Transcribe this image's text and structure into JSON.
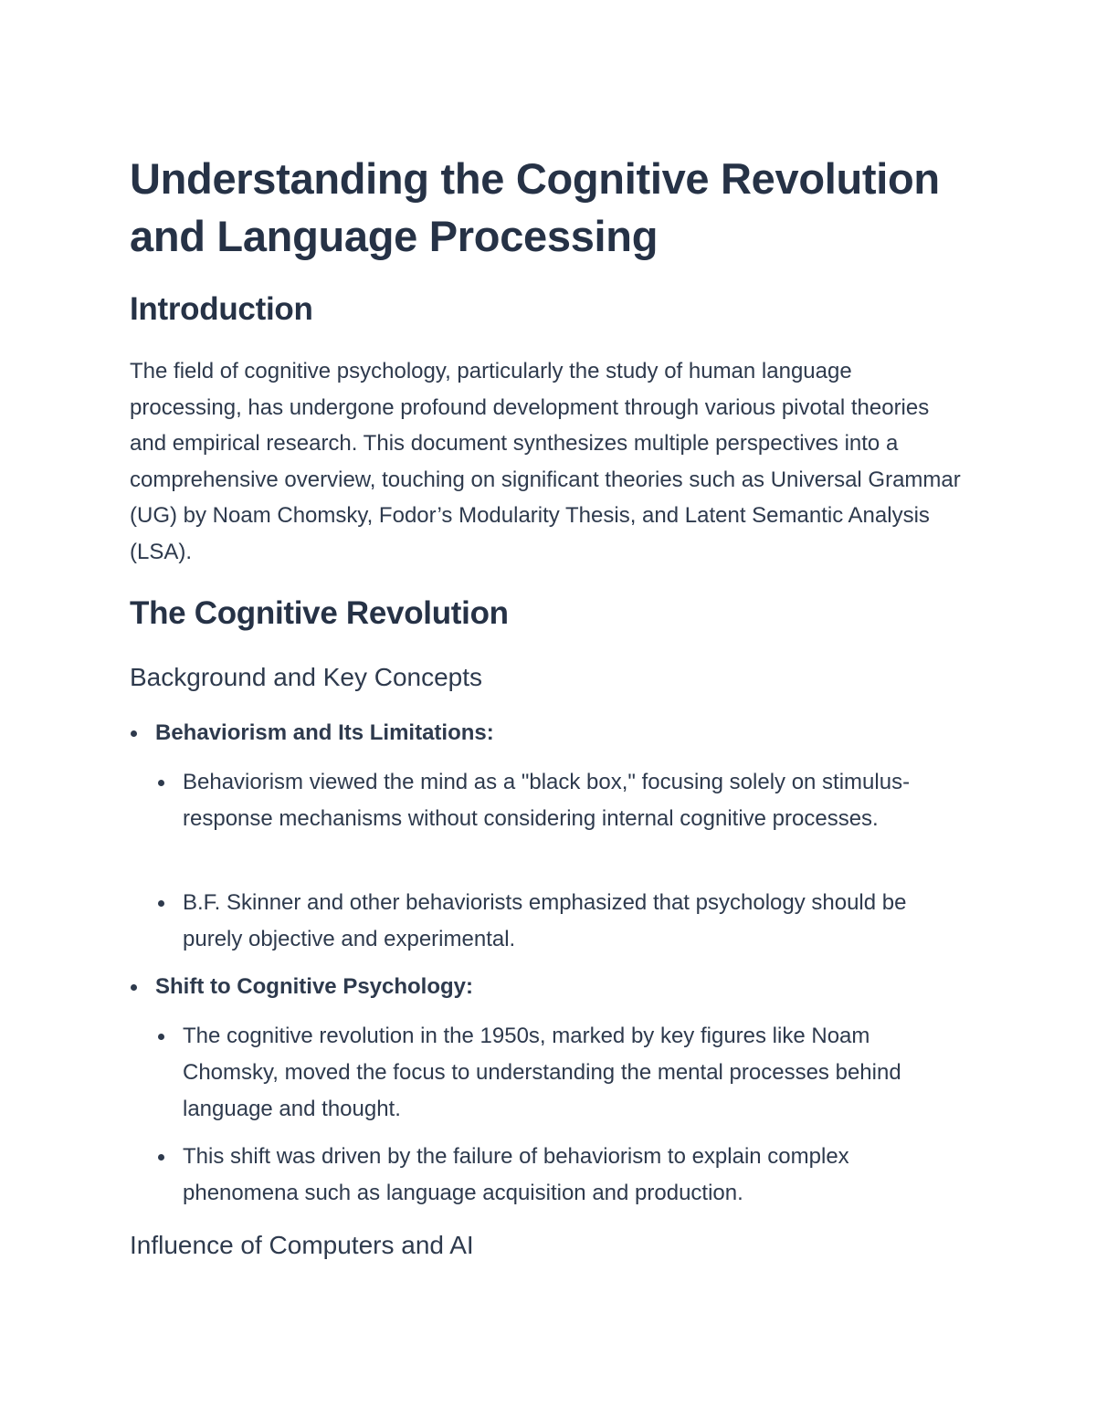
{
  "document": {
    "title": "Understanding the Cognitive Revolution and Language Processing",
    "sections": [
      {
        "heading": "Introduction",
        "paragraph": "The field of cognitive psychology, particularly the study of human language processing, has undergone profound development through various pivotal theories and empirical research. This document synthesizes multiple perspectives into a comprehensive overview, touching on significant theories such as Universal Grammar (UG) by Noam Chomsky, Fodor’s Modularity Thesis, and Latent Semantic Analysis (LSA)."
      },
      {
        "heading": "The Cognitive Revolution",
        "subsections": [
          {
            "heading": "Background and Key Concepts",
            "items": [
              {
                "label": "Behaviorism and Its Limitations:",
                "subitems": [
                  "Behaviorism viewed the mind as a \"black box,\" focusing solely on stimulus-response mechanisms without considering internal cognitive processes.",
                  "B.F. Skinner and other behaviorists emphasized that psychology should be purely objective and experimental."
                ]
              },
              {
                "label": "Shift to Cognitive Psychology:",
                "subitems": [
                  "The cognitive revolution in the 1950s, marked by key figures like Noam Chomsky, moved the focus to understanding the mental processes behind language and thought.",
                  "This shift was driven by the failure of behaviorism to explain complex phenomena such as language acquisition and production."
                ]
              }
            ]
          },
          {
            "heading": "Influence of Computers and AI"
          }
        ]
      }
    ]
  }
}
